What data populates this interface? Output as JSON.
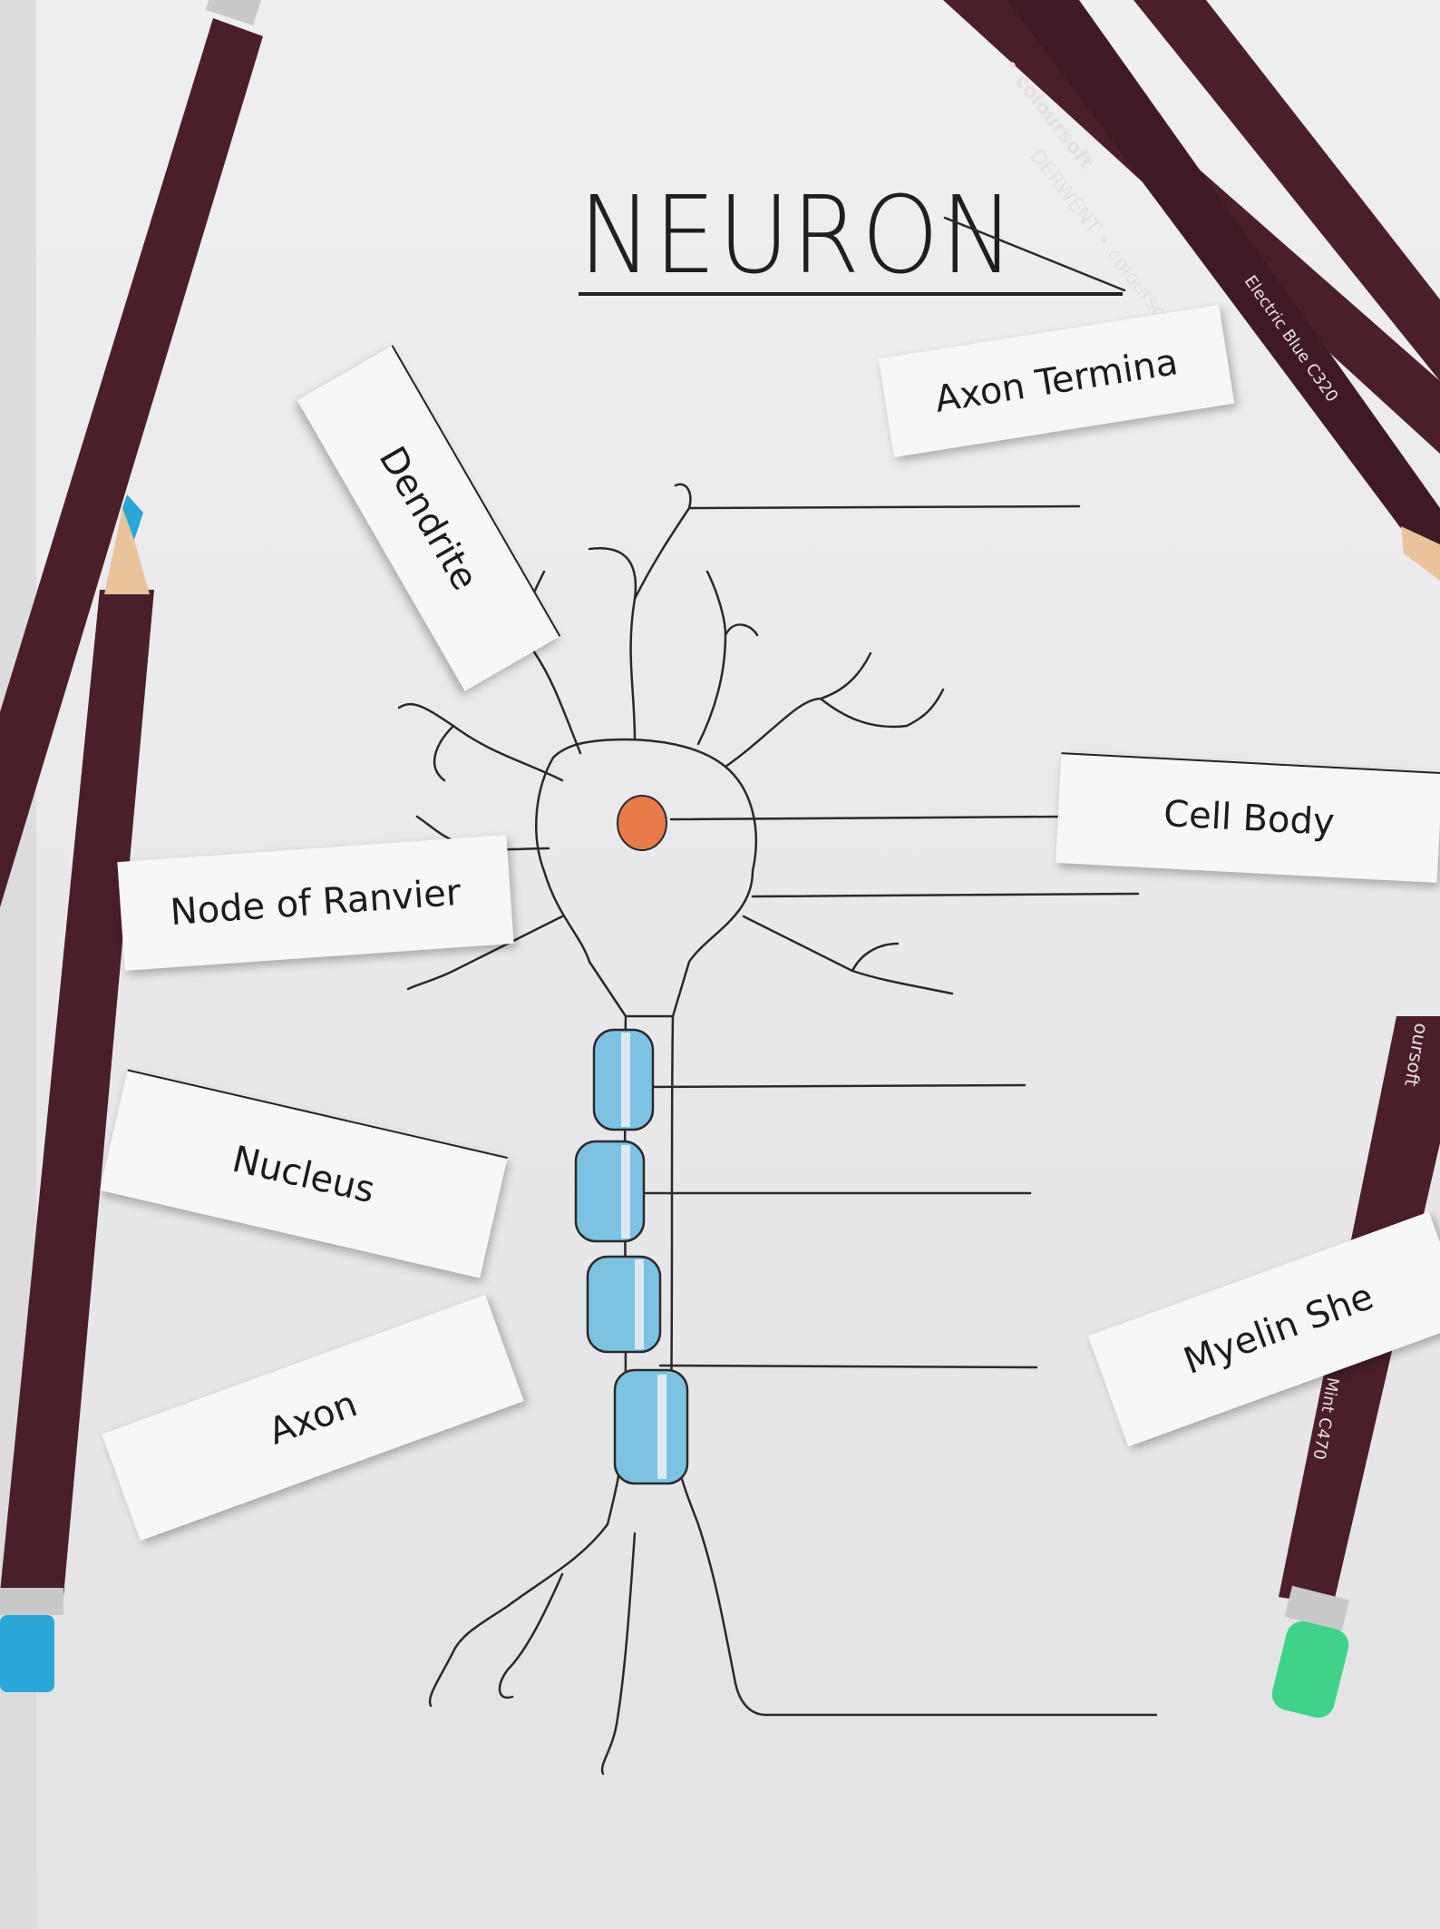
{
  "worksheet": {
    "title": "NEURON"
  },
  "labels": {
    "dendrite": "Dendrite",
    "axon_terminal": "Axon Termina",
    "cell_body": "Cell Body",
    "node_of_ranvier": "Node of Ranvier",
    "nucleus": "Nucleus",
    "axon": "Axon",
    "myelin_sheath": "Myelin She"
  },
  "pencils": {
    "top_right_a": "colourso",
    "top_right_b": "colourso",
    "top_right_c": "DERWENT • coloursoft",
    "top_right_d": "Electric Blue C320",
    "top_right_e": "• coloursoft",
    "right_side": "oursoft",
    "right_side_color": "Mint C470"
  },
  "colors": {
    "nucleus": "#e87b4a",
    "myelin": "#7cc3e3",
    "pencil_body": "#4a1f2a",
    "pencil_tip_blue": "#2aa6d8",
    "pencil_tip_green": "#3fd38a"
  }
}
